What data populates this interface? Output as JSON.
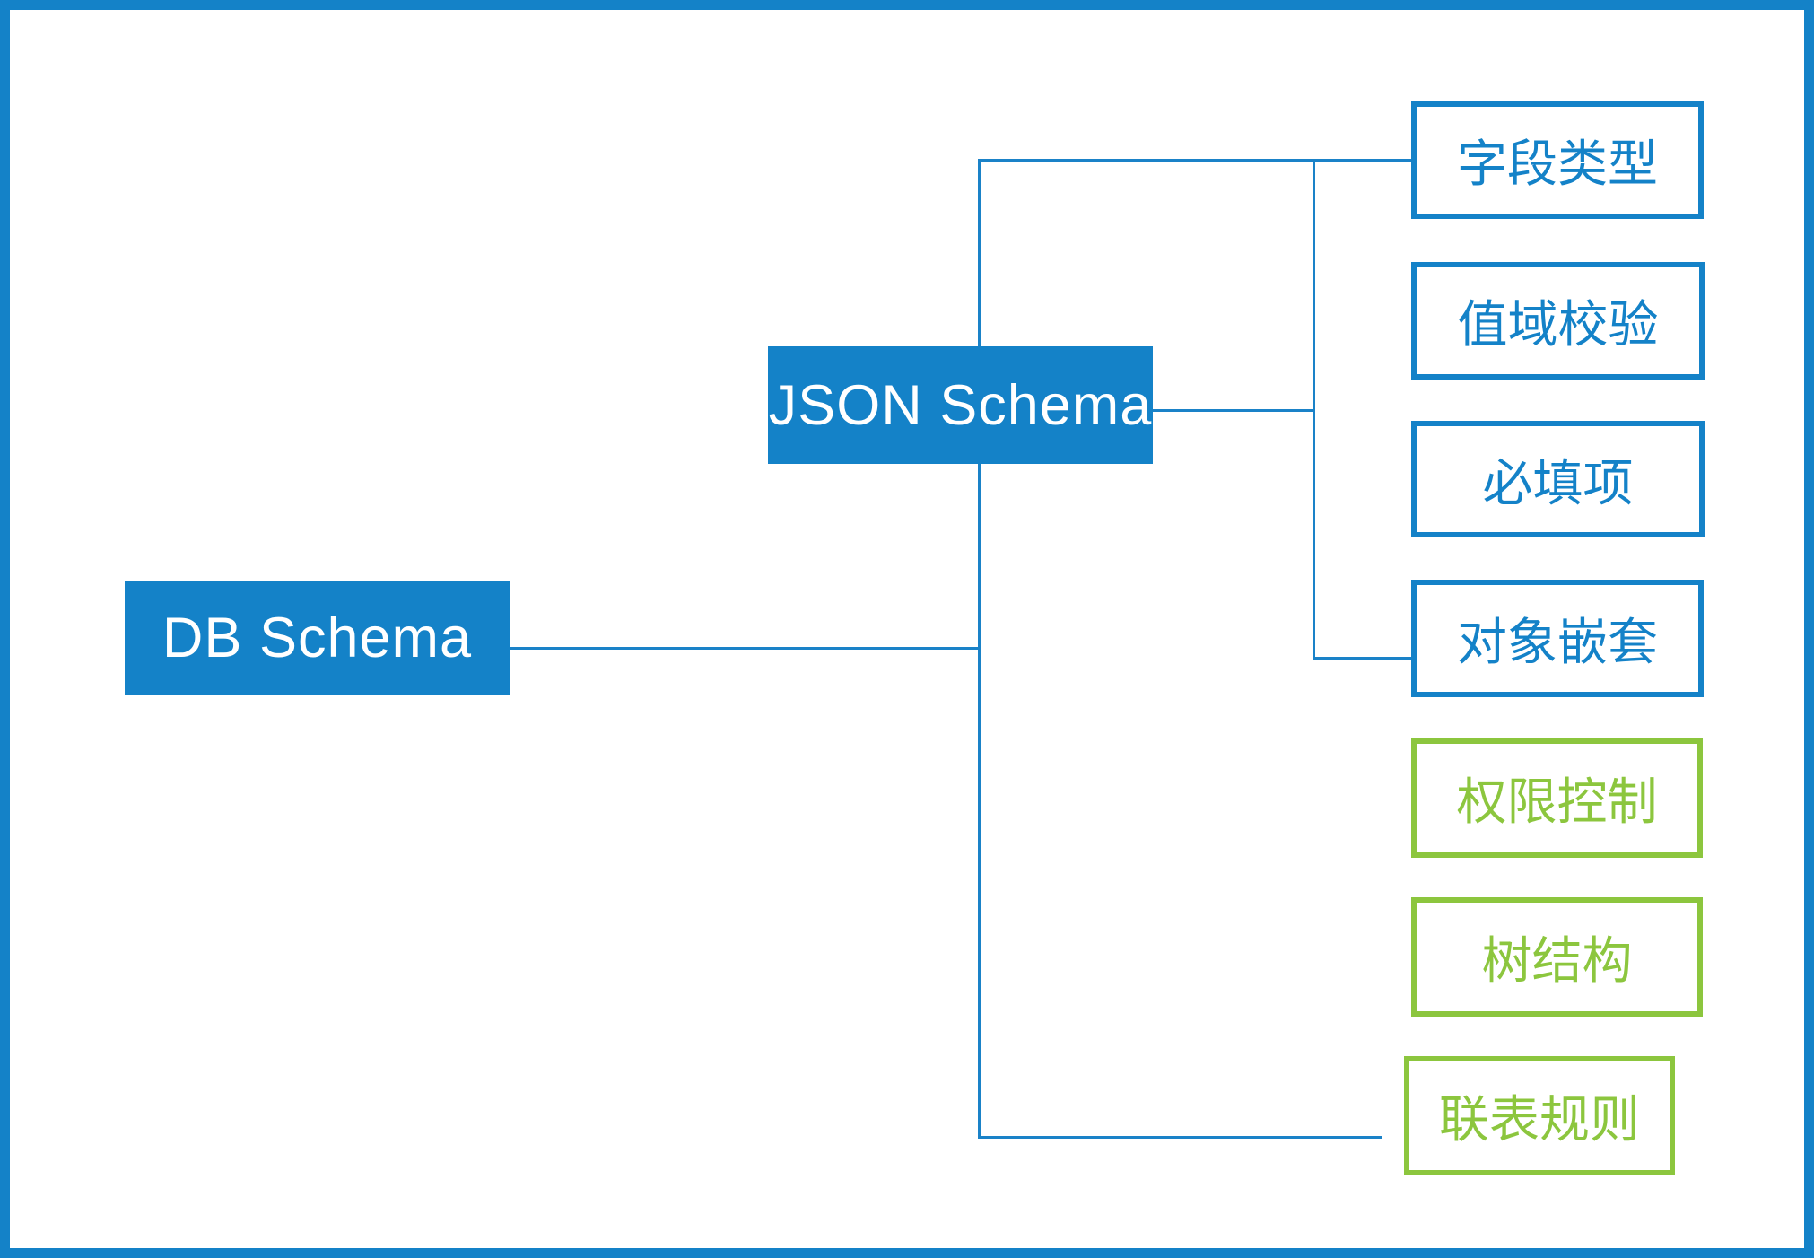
{
  "diagram": {
    "root": {
      "label": "DB Schema"
    },
    "hub": {
      "label": "JSON Schema"
    },
    "leaves": [
      {
        "label": "字段类型",
        "variant": "blue"
      },
      {
        "label": "值域校验",
        "variant": "blue"
      },
      {
        "label": "必填项",
        "variant": "blue"
      },
      {
        "label": "对象嵌套",
        "variant": "blue"
      },
      {
        "label": "权限控制",
        "variant": "green"
      },
      {
        "label": "树结构",
        "variant": "green"
      },
      {
        "label": "联表规则",
        "variant": "green"
      }
    ],
    "colors": {
      "blue": "#1482C8",
      "green": "#8CC63E",
      "line": "#1A82C8",
      "background": "#FFFFFF",
      "text_on_fill": "#FFFFFF"
    }
  }
}
